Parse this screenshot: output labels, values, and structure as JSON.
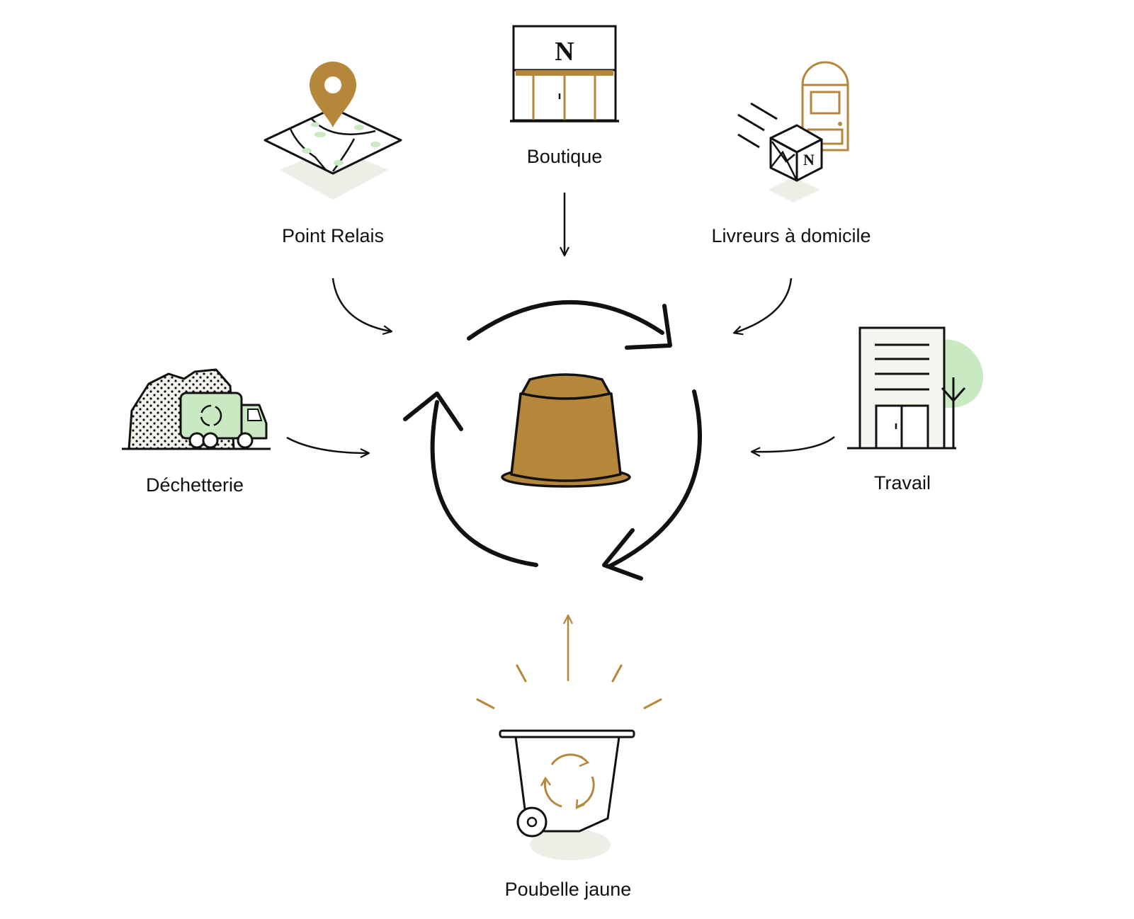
{
  "diagram": {
    "nodes": {
      "point_relais": {
        "label": "Point Relais",
        "icon": "map-pin-icon"
      },
      "boutique": {
        "label": "Boutique",
        "icon": "store-icon",
        "logo_letter": "N"
      },
      "livreurs": {
        "label": "Livreurs à domicile",
        "icon": "delivery-package-icon",
        "logo_letter": "N"
      },
      "dechetterie": {
        "label": "Déchetterie",
        "icon": "recycling-truck-icon"
      },
      "travail": {
        "label": "Travail",
        "icon": "office-building-icon"
      },
      "poubelle": {
        "label": "Poubelle jaune",
        "icon": "yellow-bin-icon"
      }
    },
    "center": {
      "icon": "coffee-capsule-icon"
    }
  },
  "colors": {
    "gold": "#b5873a",
    "green": "#c9e9c3",
    "green_light": "#e2f2dc",
    "shadow": "#eeeee6",
    "ink": "#111111"
  }
}
